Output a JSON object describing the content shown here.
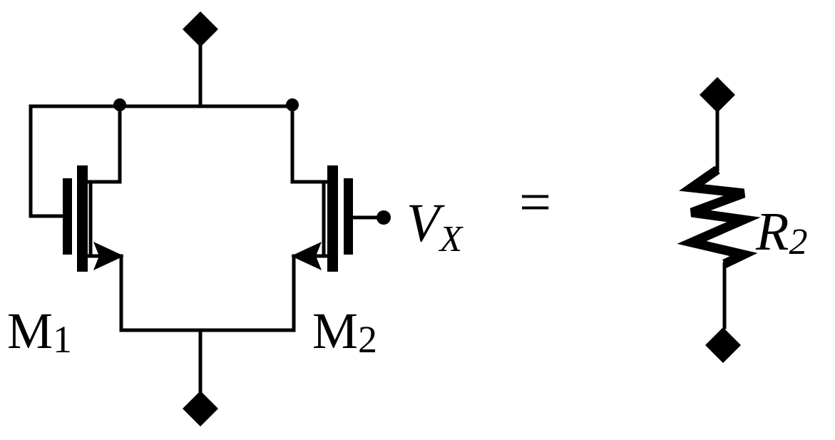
{
  "labels": {
    "m1_main": "M",
    "m1_sub": "1",
    "m2_main": "M",
    "m2_sub": "2",
    "vx_main": "V",
    "vx_sub": "X",
    "equals": "=",
    "r2_main": "R",
    "r2_sub": "2"
  },
  "style": {
    "ink": "#000000",
    "background": "#ffffff"
  }
}
